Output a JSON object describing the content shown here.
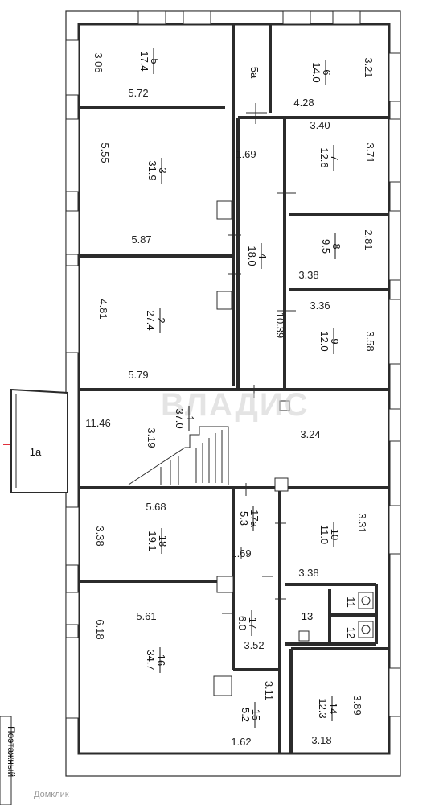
{
  "colors": {
    "wall": "#2b2b2b",
    "room_fill": "#ffffff",
    "outer_fill": "#ffffff",
    "accent": "#e0303c",
    "watermark": "#cfcfcf"
  },
  "watermark": "ВЛАДИС",
  "footer_logo": "Домклик",
  "side_label": "Поэтажный",
  "rooms": [
    {
      "id": "5",
      "area": "17.4",
      "dims": [
        "3.06",
        "5.72"
      ]
    },
    {
      "id": "5а",
      "area": "",
      "dims": []
    },
    {
      "id": "6",
      "area": "14.0",
      "dims": [
        "3.21",
        "4.28"
      ]
    },
    {
      "id": "3",
      "area": "31.9",
      "dims": [
        "5.55",
        "5.87"
      ]
    },
    {
      "id": "4",
      "area": "18.0",
      "dims": [
        "1.69",
        "10.39"
      ]
    },
    {
      "id": "7",
      "area": "12.6",
      "dims": [
        "3.40",
        "3.71"
      ]
    },
    {
      "id": "8",
      "area": "9.5",
      "dims": [
        "2.81",
        "3.38"
      ]
    },
    {
      "id": "2",
      "area": "27.4",
      "dims": [
        "4.81",
        "5.79"
      ]
    },
    {
      "id": "9",
      "area": "12.0",
      "dims": [
        "3.36",
        "3.58"
      ]
    },
    {
      "id": "1",
      "area": "37.0",
      "dims": [
        "11.46",
        "3.19",
        "3.24"
      ]
    },
    {
      "id": "1а",
      "area": "",
      "dims": []
    },
    {
      "id": "18",
      "area": "19.1",
      "dims": [
        "5.68",
        "3.38"
      ]
    },
    {
      "id": "17а",
      "area": "5.3",
      "dims": [
        "1.69"
      ]
    },
    {
      "id": "10",
      "area": "11.0",
      "dims": [
        "3.31",
        "3.38"
      ]
    },
    {
      "id": "16",
      "area": "34.7",
      "dims": [
        "5.61",
        "6.18"
      ]
    },
    {
      "id": "17",
      "area": "6.0",
      "dims": [
        "3.52"
      ]
    },
    {
      "id": "13",
      "area": "",
      "dims": []
    },
    {
      "id": "11",
      "area": "",
      "dims": []
    },
    {
      "id": "12",
      "area": "",
      "dims": []
    },
    {
      "id": "15",
      "area": "5.2",
      "dims": [
        "3.11",
        "1.62"
      ]
    },
    {
      "id": "14",
      "area": "12.3",
      "dims": [
        "3.89",
        "3.18"
      ]
    }
  ]
}
